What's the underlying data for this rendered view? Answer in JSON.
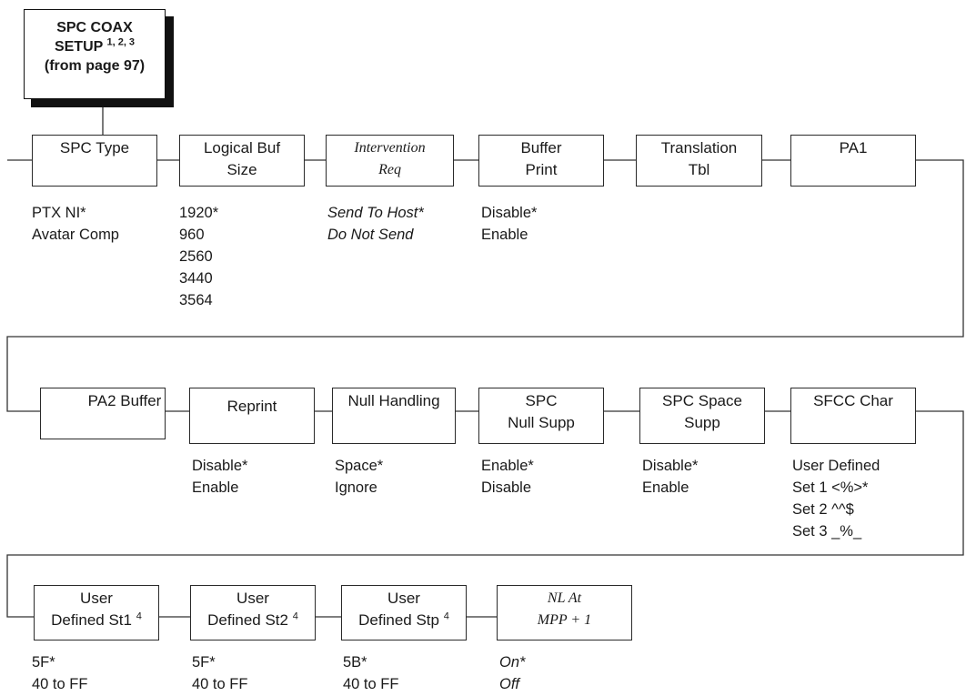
{
  "start_box": {
    "lines": [
      "SPC COAX",
      "SETUP",
      "(from page 97)"
    ],
    "sup": "1, 2, 3"
  },
  "rows": [
    {
      "boxes": [
        {
          "lines": [
            "SPC Type"
          ],
          "options": [
            "PTX NI*",
            "Avatar Comp"
          ]
        },
        {
          "lines": [
            "Logical Buf",
            "Size"
          ],
          "options": [
            "1920*",
            "960",
            "2560",
            "3440",
            "3564"
          ]
        },
        {
          "lines": [
            "Intervention",
            "Req"
          ],
          "options": [
            "Send To Host*",
            "Do Not Send"
          ],
          "style": "serif",
          "italic_options": true
        },
        {
          "lines": [
            "Buffer",
            "Print"
          ],
          "options": [
            "Disable*",
            "Enable"
          ]
        },
        {
          "lines": [
            "Translation",
            "Tbl"
          ],
          "options": []
        },
        {
          "lines": [
            "PA1"
          ],
          "options": []
        }
      ]
    },
    {
      "boxes": [
        {
          "lines": [
            "PA2 Buffer"
          ],
          "options": []
        },
        {
          "lines": [
            "",
            "Reprint"
          ],
          "options": [
            "Disable*",
            "Enable"
          ]
        },
        {
          "lines": [
            "Null Handling"
          ],
          "options": [
            "Space*",
            "Ignore"
          ]
        },
        {
          "lines": [
            "SPC",
            "Null Supp"
          ],
          "options": [
            "Enable*",
            "Disable"
          ]
        },
        {
          "lines": [
            "SPC Space",
            "Supp"
          ],
          "options": [
            "Disable*",
            "Enable"
          ]
        },
        {
          "lines": [
            "SFCC Char"
          ],
          "options": [
            "User Defined",
            "Set 1 <%>*",
            "Set 2 ^^$",
            "Set 3 _%_"
          ]
        }
      ]
    },
    {
      "boxes": [
        {
          "lines": [
            "User",
            "Defined St1"
          ],
          "sup": "4",
          "options": [
            "5F*",
            "40 to FF"
          ]
        },
        {
          "lines": [
            "User",
            "Defined St2"
          ],
          "sup": "4",
          "options": [
            "5F*",
            "40 to FF"
          ]
        },
        {
          "lines": [
            "User",
            "Defined Stp"
          ],
          "sup": "4",
          "options": [
            "5B*",
            "40 to FF"
          ]
        },
        {
          "lines": [
            "NL At",
            "MPP + 1"
          ],
          "options": [
            "On*",
            "Off"
          ],
          "style": "serif",
          "italic_options": true
        }
      ]
    }
  ]
}
